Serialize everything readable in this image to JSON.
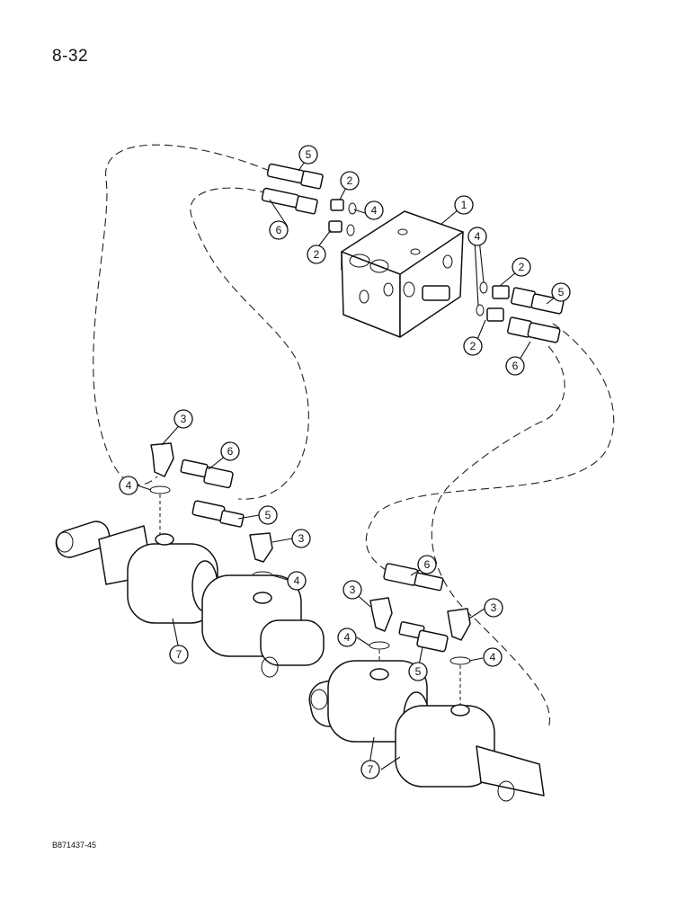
{
  "page": {
    "number": "8-32",
    "figure_code": "B871437-45"
  },
  "callouts": {
    "c1": "1",
    "c2a": "2",
    "c2b": "2",
    "c2c": "2",
    "c2d": "2",
    "c3a": "3",
    "c3b": "3",
    "c3c": "3",
    "c3d": "3",
    "c4a": "4",
    "c4b": "4",
    "c4c": "4",
    "c4d": "4",
    "c4e": "4",
    "c4f": "4",
    "c5a": "5",
    "c5b": "5",
    "c5c": "5",
    "c5d": "5",
    "c6a": "6",
    "c6b": "6",
    "c6c": "6",
    "c6d": "6",
    "c7a": "7",
    "c7b": "7"
  }
}
